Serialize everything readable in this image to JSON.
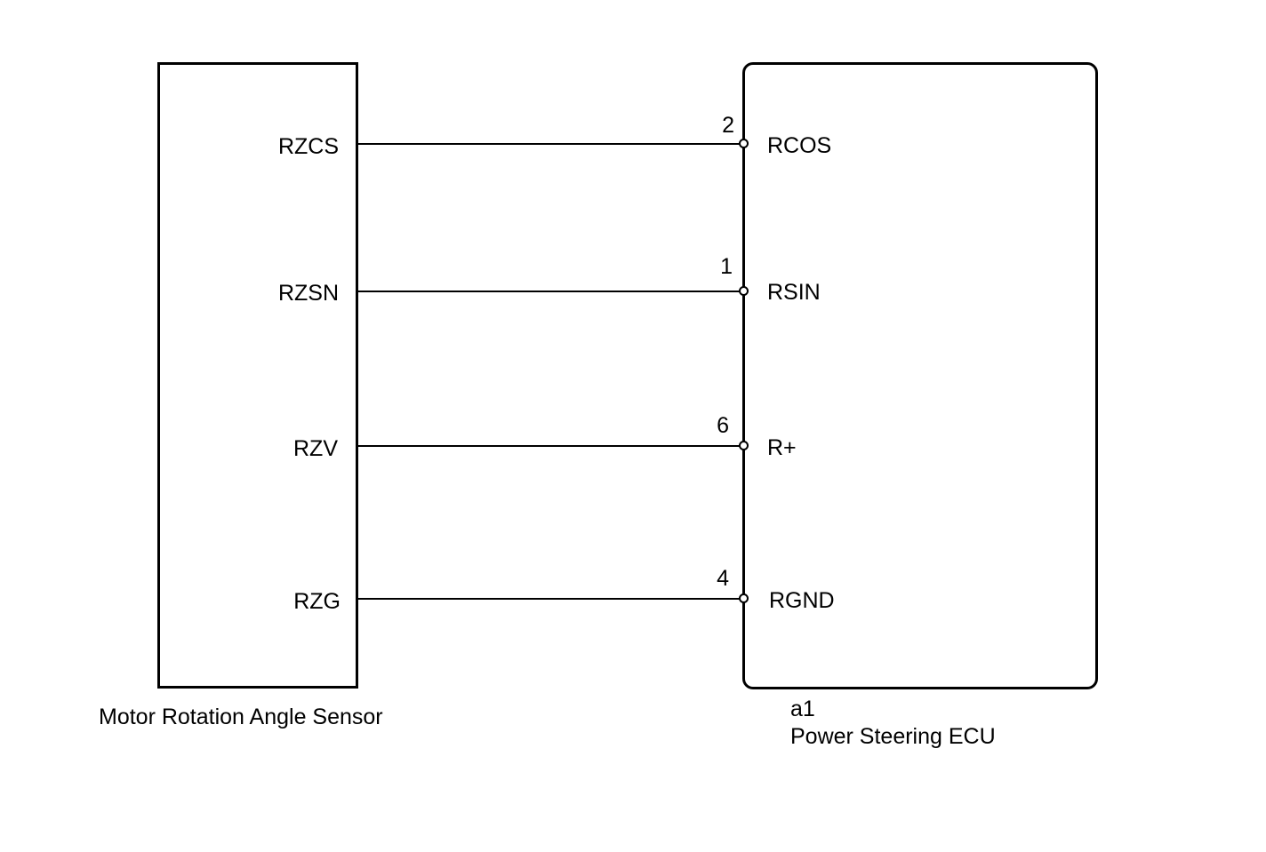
{
  "sensor": {
    "name": "Motor Rotation Angle Sensor",
    "terminals": [
      "RZCS",
      "RZSN",
      "RZV",
      "RZG"
    ]
  },
  "ecu": {
    "code": "a1",
    "name": "Power Steering ECU",
    "terminals": [
      {
        "pin": "2",
        "name": "RCOS"
      },
      {
        "pin": "1",
        "name": "RSIN"
      },
      {
        "pin": "6",
        "name": "R+"
      },
      {
        "pin": "4",
        "name": "RGND"
      }
    ]
  }
}
